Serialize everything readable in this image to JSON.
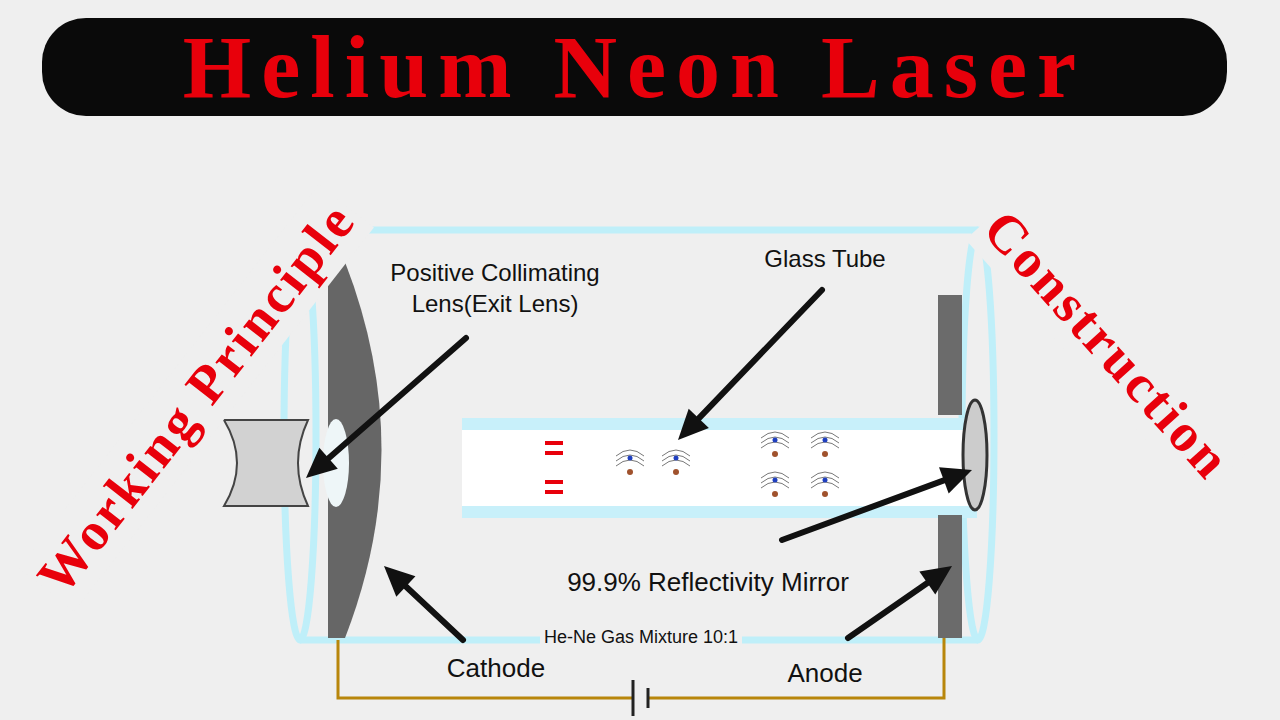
{
  "diagram": {
    "title": "Helium Neon Laser",
    "labels": [
      "Working Principle",
      "Construction",
      "Positive Collimating Lens(Exit Lens)",
      "Glass Tube",
      "99.9% Reflectivity Mirror",
      "He-Ne Gas Mixture 10:1",
      "Cathode",
      "Anode"
    ]
  }
}
